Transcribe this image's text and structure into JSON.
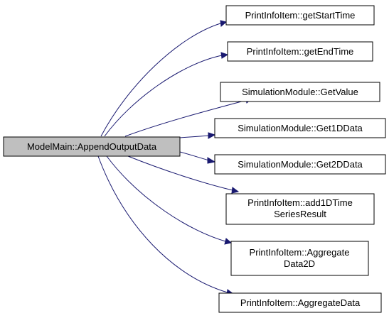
{
  "graph": {
    "root": {
      "id": "root",
      "label": "ModelMain::AppendOutputData"
    },
    "callees": [
      {
        "id": "n1",
        "lines": [
          "PrintInfoItem::getStartTime"
        ]
      },
      {
        "id": "n2",
        "lines": [
          "PrintInfoItem::getEndTime"
        ]
      },
      {
        "id": "n3",
        "lines": [
          "SimulationModule::GetValue"
        ]
      },
      {
        "id": "n4",
        "lines": [
          "SimulationModule::Get1DData"
        ]
      },
      {
        "id": "n5",
        "lines": [
          "SimulationModule::Get2DData"
        ]
      },
      {
        "id": "n6",
        "lines": [
          "PrintInfoItem::add1DTime",
          "SeriesResult"
        ]
      },
      {
        "id": "n7",
        "lines": [
          "PrintInfoItem::Aggregate",
          "Data2D"
        ]
      },
      {
        "id": "n8",
        "lines": [
          "PrintInfoItem::AggregateData"
        ]
      }
    ],
    "colors": {
      "edge": "#191970",
      "root_fill": "#bfbfbf",
      "node_fill": "#ffffff",
      "border": "#000000"
    }
  }
}
